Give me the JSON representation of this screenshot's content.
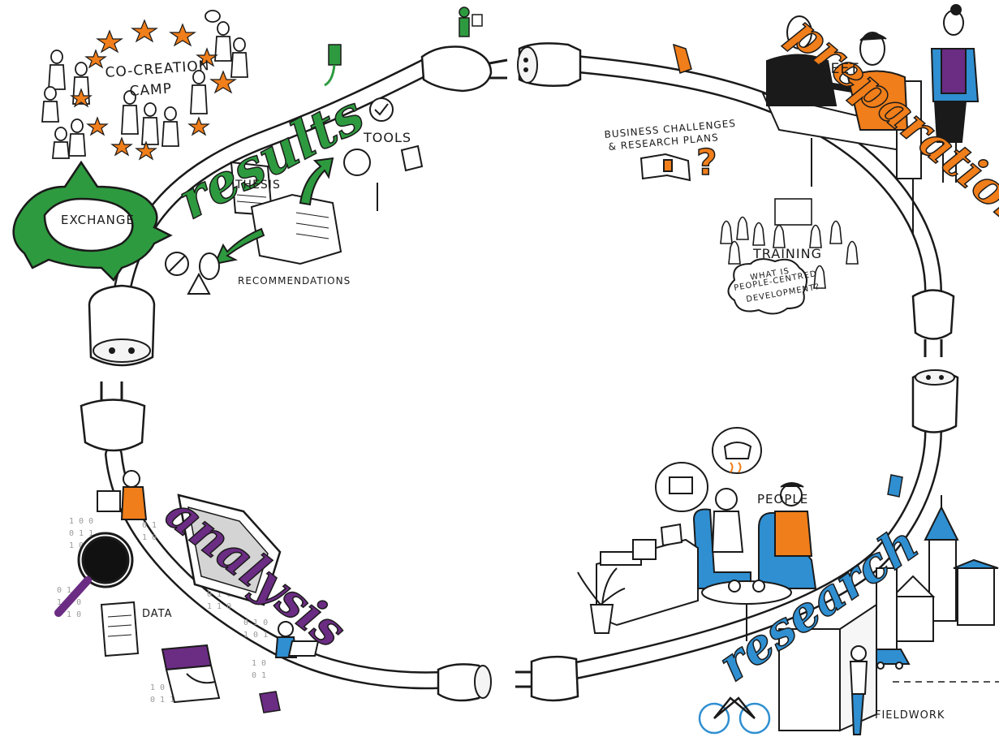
{
  "colors": {
    "results": "#2e9a3f",
    "preparation": "#f07e1a",
    "analysis": "#6b2c83",
    "research": "#2f8fd1",
    "ink": "#1a1a1a",
    "star": "#f07e1a"
  },
  "phases": {
    "results": "results",
    "preparation": "preparation",
    "analysis": "analysis",
    "research": "research"
  },
  "labels": {
    "co_creation_line1": "CO-CREATION",
    "co_creation_line2": "CAMP",
    "exchange": "EXCHANGE",
    "thesis": "THESIS",
    "tools": "TOOLS",
    "recommendations": "RECOMMENDATIONS",
    "meet": "MEET",
    "business_line1": "BUSINESS CHALLENGES",
    "business_line2": "& RESEARCH PLANS",
    "training": "TRAINING",
    "what_is_line1": "WHAT IS",
    "what_is_line2": "PEOPLE-CENTRED",
    "what_is_line3": "DEVELOPMENT?",
    "data": "DATA",
    "people": "PEOPLE",
    "fieldwork": "FIELDWORK"
  }
}
